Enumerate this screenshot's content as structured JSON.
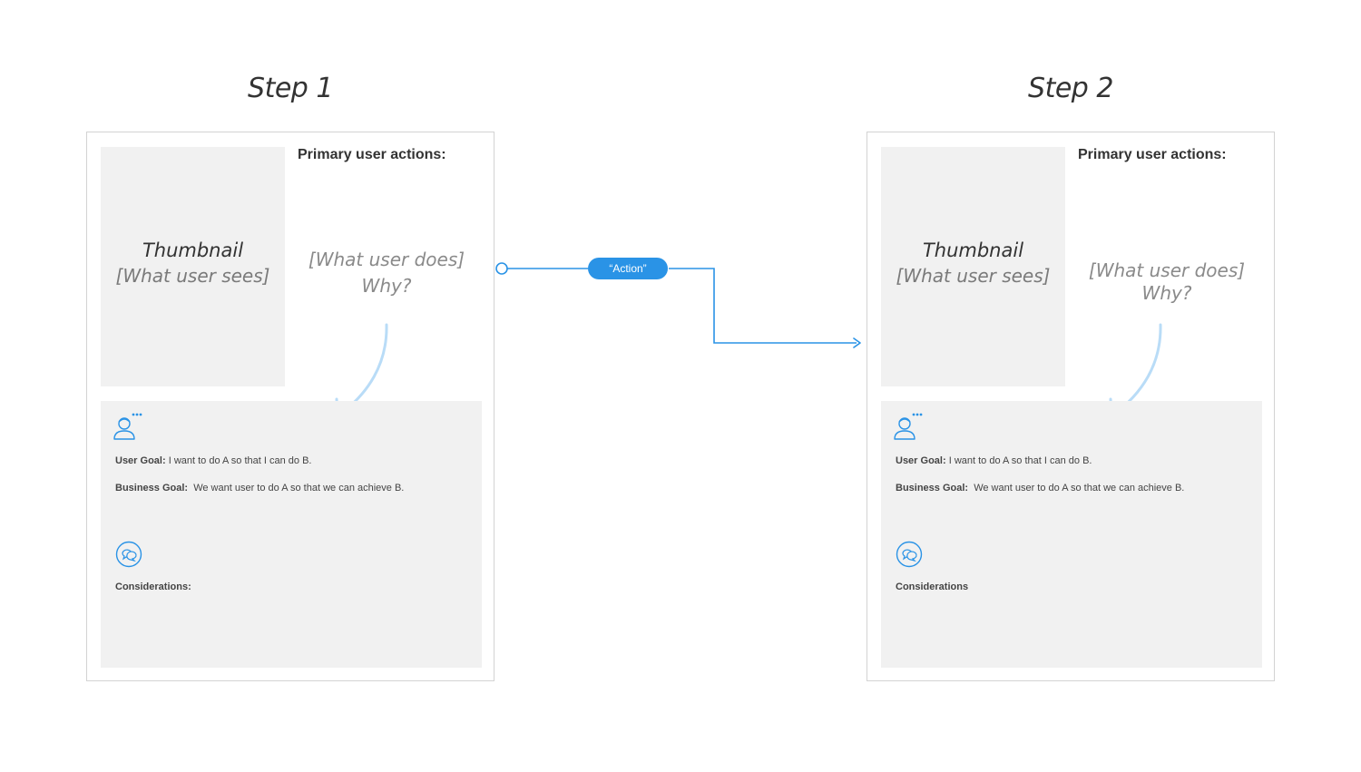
{
  "steps": [
    {
      "title": "Step 1",
      "thumbnail_title": "Thumbnail",
      "thumbnail_subtitle": "[What user sees]",
      "primary_actions_label": "Primary user actions:",
      "action_line1": "[What user does]",
      "action_line2": "Why?",
      "user_goal_label": "User Goal:",
      "user_goal_text": "I want to do A so that I can do B.",
      "business_goal_label": "Business Goal:",
      "business_goal_text": "We want user to do A so that we can achieve B.",
      "considerations_label": "Considerations:"
    },
    {
      "title": "Step 2",
      "thumbnail_title": "Thumbnail",
      "thumbnail_subtitle": "[What user sees]",
      "primary_actions_label": "Primary user actions:",
      "action_line1": "[What user does]",
      "action_line2": "Why?",
      "user_goal_label": "User Goal:",
      "user_goal_text": "I want to do A so that I can do B.",
      "business_goal_label": "Business Goal:",
      "business_goal_text": "We want user to do A so that we can achieve B.",
      "considerations_label": "Considerations"
    }
  ],
  "connector": {
    "label": "“Action”",
    "color": "#2a93e6"
  },
  "colors": {
    "accent": "#2a93e6",
    "curve": "#b9dcf7",
    "panel": "#f1f1f1",
    "border": "#d3d3d3"
  },
  "icons": [
    "user-goal-icon",
    "chat-bubbles-icon",
    "curved-arrow-icon"
  ]
}
